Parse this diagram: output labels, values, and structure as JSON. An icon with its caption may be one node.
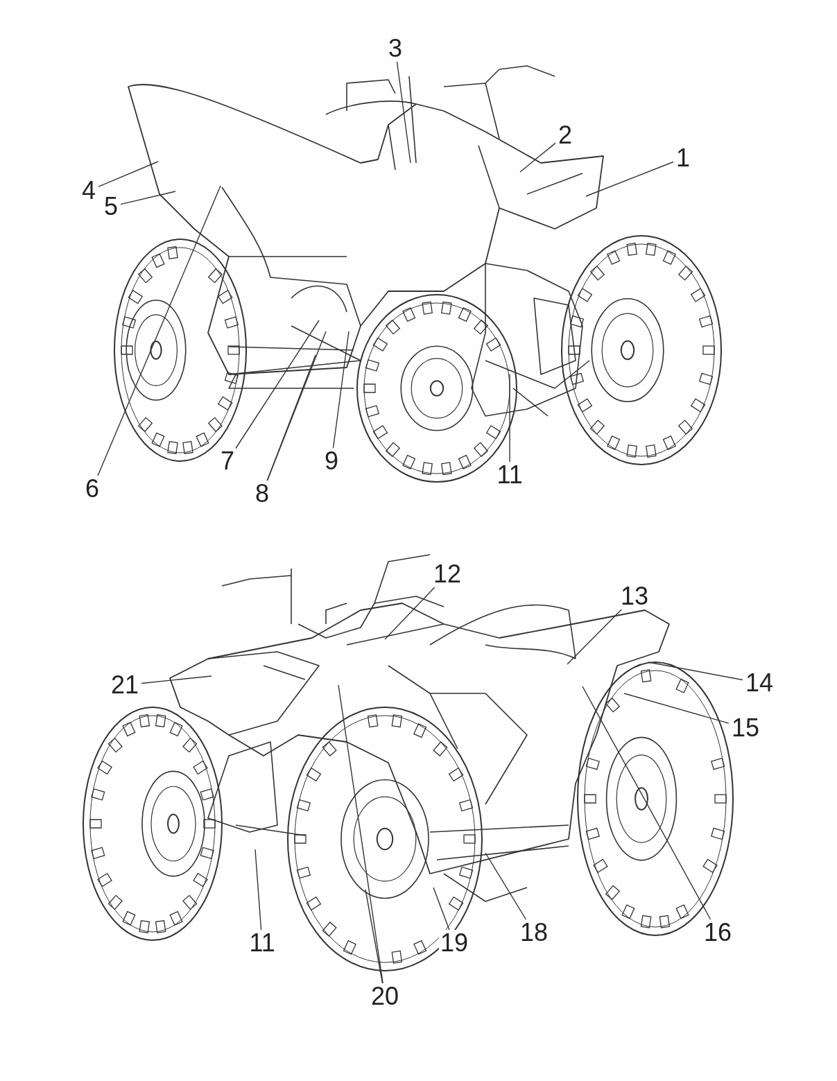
{
  "diagram": {
    "nodes": [
      {
        "text": [
          "1"
        ]
      },
      {
        "text": [
          "2"
        ]
      },
      {
        "text": [
          "3"
        ]
      },
      {
        "text": [
          "4"
        ]
      },
      {
        "text": [
          "5"
        ]
      },
      {
        "text": [
          "6"
        ]
      },
      {
        "text": [
          "7"
        ]
      },
      {
        "text": [
          "8"
        ]
      },
      {
        "text": [
          "9"
        ]
      },
      {
        "text": [
          "11"
        ]
      },
      {
        "text": [
          "12"
        ]
      },
      {
        "text": [
          "13"
        ]
      },
      {
        "text": [
          "14"
        ]
      },
      {
        "text": [
          "15"
        ]
      },
      {
        "text": [
          "16"
        ]
      },
      {
        "text": [
          "18"
        ]
      },
      {
        "text": [
          "19"
        ]
      },
      {
        "text": [
          "20"
        ]
      },
      {
        "text": [
          "21"
        ]
      },
      {
        "text": [
          "11"
        ]
      }
    ],
    "edges": [
      {
        "from": 0,
        "to": null,
        "arrow": "none"
      },
      {
        "from": 1,
        "to": null,
        "arrow": "none"
      },
      {
        "from": 2,
        "to": null,
        "arrow": "none"
      },
      {
        "from": 3,
        "to": null,
        "arrow": "none"
      },
      {
        "from": 4,
        "to": null,
        "arrow": "none"
      },
      {
        "from": 5,
        "to": null,
        "arrow": "none"
      },
      {
        "from": 6,
        "to": null,
        "arrow": "none"
      },
      {
        "from": 7,
        "to": null,
        "arrow": "none"
      },
      {
        "from": 7,
        "to": null,
        "arrow": "none"
      },
      {
        "from": 8,
        "to": null,
        "arrow": "none"
      },
      {
        "from": 9,
        "to": null,
        "arrow": "none"
      },
      {
        "from": 10,
        "to": null,
        "arrow": "none"
      },
      {
        "from": 11,
        "to": null,
        "arrow": "none"
      },
      {
        "from": 12,
        "to": null,
        "arrow": "none"
      },
      {
        "from": 13,
        "to": null,
        "arrow": "none"
      },
      {
        "from": 14,
        "to": null,
        "arrow": "none"
      },
      {
        "from": 15,
        "to": null,
        "arrow": "none"
      },
      {
        "from": 16,
        "to": null,
        "arrow": "none"
      },
      {
        "from": 17,
        "to": null,
        "arrow": "none"
      },
      {
        "from": 17,
        "to": null,
        "arrow": "none"
      },
      {
        "from": 18,
        "to": null,
        "arrow": "none"
      },
      {
        "from": 19,
        "to": null,
        "arrow": "none"
      }
    ]
  }
}
